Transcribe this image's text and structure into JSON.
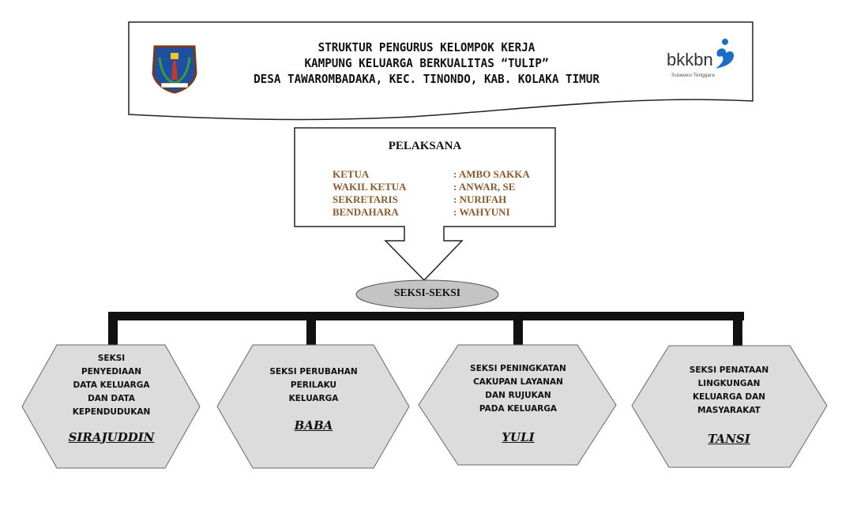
{
  "header": {
    "lines": [
      "STRUKTUR PENGURUS KELOMPOK KERJA",
      "KAMPUNG KELUARGA BERKUALITAS “TULIP”",
      "DESA TAWAROMBADAKA, KEC. TINONDO, KAB. KOLAKA TIMUR"
    ],
    "logo_left": "regency-emblem-icon",
    "logo_right": {
      "text": "bkkbn",
      "subtitle": "Sulawesi Tenggara"
    }
  },
  "pelaksana": {
    "title": "PELAKSANA",
    "rows": [
      {
        "role": "KETUA",
        "name": ": AMBO SAKKA"
      },
      {
        "role": "WAKIL KETUA",
        "name": ": ANWAR, SE"
      },
      {
        "role": "SEKRETARIS",
        "name": ": NURIFAH"
      },
      {
        "role": "BENDAHARA",
        "name": ": WAHYUNI"
      }
    ]
  },
  "seksi_label": "SEKSI-SEKSI",
  "sections": [
    {
      "lines": [
        "SEKSI",
        "PENYEDIAAN",
        "DATA KELUARGA",
        "DAN DATA",
        "KEPENDUDUKAN"
      ],
      "name": "SIRAJUDDIN"
    },
    {
      "lines": [
        "SEKSI PERUBAHAN",
        "PERILAKU",
        "KELUARGA"
      ],
      "name": "BABA"
    },
    {
      "lines": [
        "SEKSI PENINGKATAN",
        "CAKUPAN LAYANAN",
        "DAN RUJUKAN",
        "PADA KELUARGA"
      ],
      "name": "YULI"
    },
    {
      "lines": [
        "SEKSI PENATAAN",
        "LINGKUNGAN",
        "KELUARGA DAN",
        "MASYARAKAT"
      ],
      "name": "TANSI"
    }
  ],
  "colors": {
    "role_text": "#8a5a2e",
    "hex_fill": "#dcdcdc",
    "ellipse_fill": "#c4c4c4",
    "bkkbn_blue": "#1b6fc2"
  }
}
